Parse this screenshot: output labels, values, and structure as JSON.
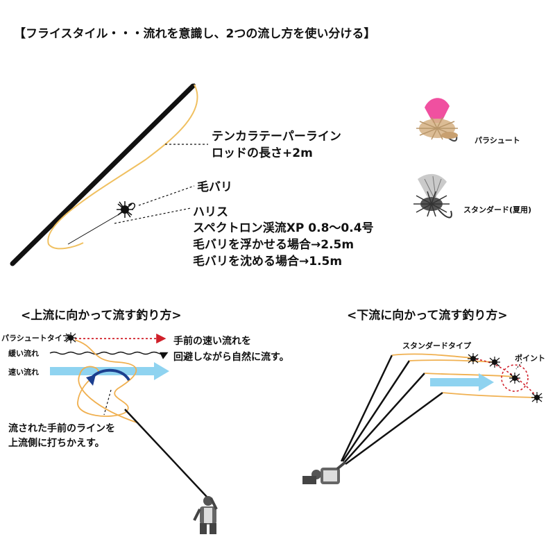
{
  "title": "【フライスタイル・・・流れを意識し、2つの流し方を使い分ける】",
  "labels": {
    "line": "テンカラテーパーライン",
    "line_length": "ロッドの長さ+2m",
    "fly": "毛バリ",
    "tippet": "ハリス",
    "tippet_spec": "スペクトロン渓流XP 0.8〜0.4号",
    "tippet_float": "毛バリを浮かせる場合→2.5m",
    "tippet_sink": "毛バリを沈める場合→1.5m",
    "parachute": "パラシュート",
    "standard": "スタンダード(夏用)"
  },
  "upstream": {
    "heading": "<上流に向かって流す釣り方>",
    "parachute_type": "パラシュートタイプ",
    "slow_current": "緩い流れ",
    "fast_current": "速い流れ",
    "note1": "手前の速い流れを",
    "note2": "回避しながら自然に流す。",
    "note3": "流された手前のラインを",
    "note4": "上流側に打ちかえす。"
  },
  "downstream": {
    "heading": "<下流に向かって流す釣り方>",
    "standard_type": "スタンダードタイプ",
    "point": "ポイント"
  },
  "colors": {
    "line": "#f0b050",
    "arrow_blue": "#8fd3f0",
    "red_dotted": "#d0202a",
    "dark_blue": "#1c3f8f",
    "fly_pink": "#f050a0"
  }
}
